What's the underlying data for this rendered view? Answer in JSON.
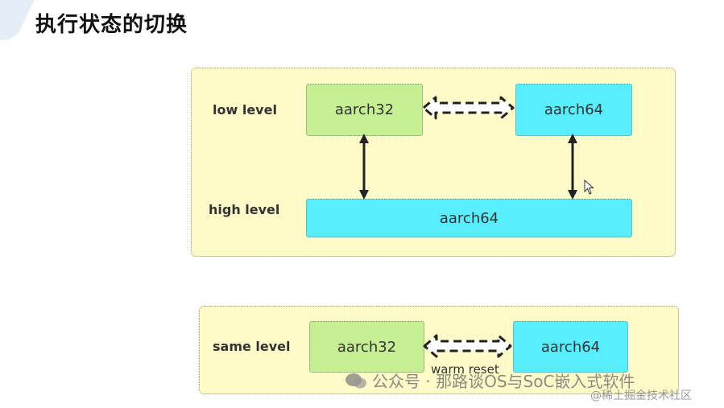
{
  "title": "执行状态的切换",
  "top_panel": {
    "low_label": "low level",
    "high_label": "high level",
    "low_left": "aarch32",
    "low_right": "aarch64",
    "high_box": "aarch64"
  },
  "bottom_panel": {
    "same_label": "same level",
    "left": "aarch32",
    "right": "aarch64",
    "arrow_label": "warm reset"
  },
  "watermark": {
    "main": "公众号 · 那路谈OS与SoC嵌入式软件",
    "sub": "@稀土掘金技术社区"
  },
  "colors": {
    "green_box": "#c6ef94",
    "cyan_box": "#57eefe",
    "panel": "#fffbc9"
  }
}
